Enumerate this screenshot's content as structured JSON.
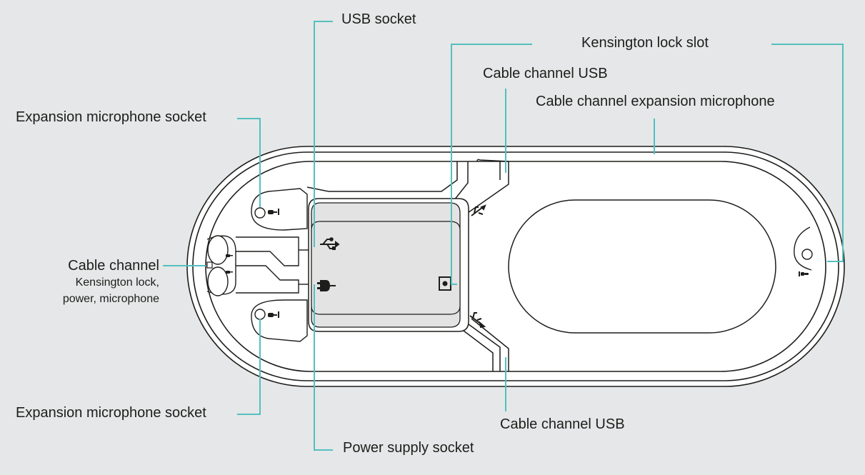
{
  "labels": {
    "usb_socket": "USB socket",
    "kensington_lock_slot": "Kensington lock slot",
    "cable_channel_usb_top": "Cable channel USB",
    "cable_channel_expansion_mic": "Cable channel expansion microphone",
    "expansion_mic_socket_top": "Expansion microphone socket",
    "cable_channel": "Cable channel",
    "cable_channel_sub1": "Kensington lock,",
    "cable_channel_sub2": "power, microphone",
    "expansion_mic_socket_bottom": "Expansion microphone socket",
    "cable_channel_usb_bottom": "Cable channel USB",
    "power_supply_socket": "Power supply socket"
  },
  "colors": {
    "background": "#e6e7e8",
    "device_fill": "#ffffff",
    "device_stroke": "#1d1d1b",
    "leader_line": "#55bfbf",
    "shade": "#e3e3e3"
  },
  "icons": [
    "usb-icon",
    "power-plug-icon",
    "microphone-jack-icon",
    "kensington-lock-icon"
  ]
}
